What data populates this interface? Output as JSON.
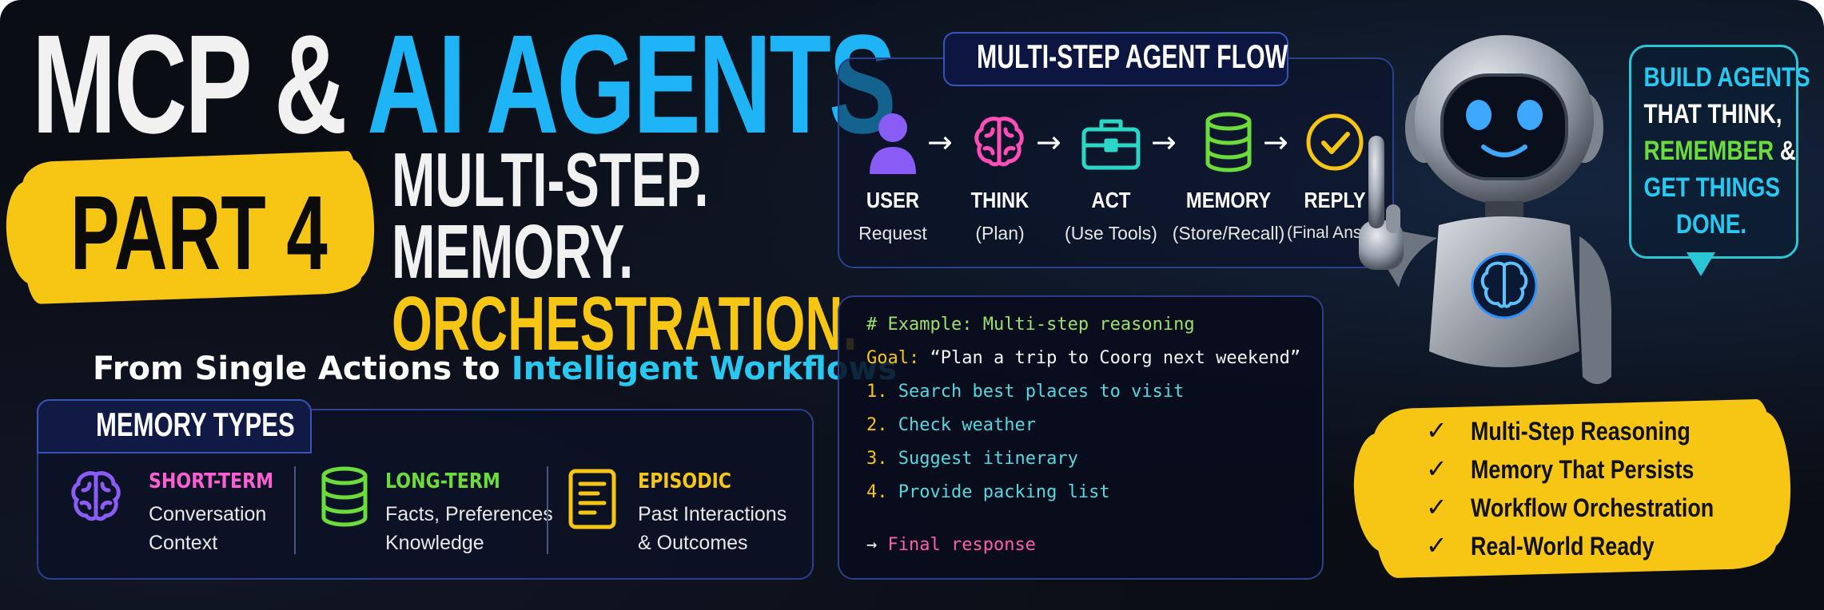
{
  "title": {
    "part_a": "MCP &",
    "part_b": "AI AGENTS"
  },
  "badge": {
    "label": "PART 4"
  },
  "subtitle": {
    "line1": "MULTI-STEP.",
    "line2": "MEMORY.",
    "line3": "ORCHESTRATION."
  },
  "tagline": {
    "lead": "From Single Actions to",
    "highlight": "Intelligent Workflows"
  },
  "memory": {
    "heading": "MEMORY TYPES",
    "items": [
      {
        "title": "SHORT-TERM",
        "line1": "Conversation",
        "line2": "Context",
        "icon": "brain-icon",
        "color": "#ff5fd0"
      },
      {
        "title": "LONG-TERM",
        "line1": "Facts, Preferences",
        "line2": "Knowledge",
        "icon": "database-icon",
        "color": "#6bdc3c"
      },
      {
        "title": "EPISODIC",
        "line1": "Past Interactions",
        "line2": "& Outcomes",
        "icon": "document-icon",
        "color": "#f7c614"
      }
    ]
  },
  "flow": {
    "heading": "MULTI-STEP AGENT FLOW",
    "steps": [
      {
        "label": "USER",
        "sub": "Request",
        "icon": "user-icon"
      },
      {
        "label": "THINK",
        "sub": "(Plan)",
        "icon": "brain-icon"
      },
      {
        "label": "ACT",
        "sub": "(Use Tools)",
        "icon": "toolbox-icon"
      },
      {
        "label": "MEMORY",
        "sub": "(Store/Recall)",
        "icon": "database-icon"
      },
      {
        "label": "REPLY",
        "sub": "(Final Answer)",
        "icon": "check-circle-icon"
      }
    ],
    "arrow": "→"
  },
  "code": {
    "comment": "# Example: Multi-step reasoning",
    "goal_key": "Goal:",
    "goal_text": "“Plan a trip to Coorg next weekend”",
    "steps": [
      {
        "num": "1.",
        "text": "Search best places to visit"
      },
      {
        "num": "2.",
        "text": "Check weather"
      },
      {
        "num": "3.",
        "text": "Suggest itinerary"
      },
      {
        "num": "4.",
        "text": "Provide packing list"
      }
    ],
    "final_arrow": "→",
    "final_text": "Final response"
  },
  "bubble": {
    "line1": "BUILD AGENTS",
    "line2": "THAT THINK,",
    "line3a": "REMEMBER",
    "line3b": "&",
    "line4": "GET THINGS",
    "line5": "DONE."
  },
  "checklist": {
    "mark": "✓",
    "items": [
      "Multi-Step Reasoning",
      "Memory That Persists",
      "Workflow Orchestration",
      "Real-World Ready"
    ]
  },
  "colors": {
    "accent_blue": "#1fb4f5",
    "accent_yellow": "#f7c614",
    "accent_cyan": "#2bc6d6",
    "accent_green": "#6bdc3c",
    "accent_pink": "#ff5fd0"
  }
}
